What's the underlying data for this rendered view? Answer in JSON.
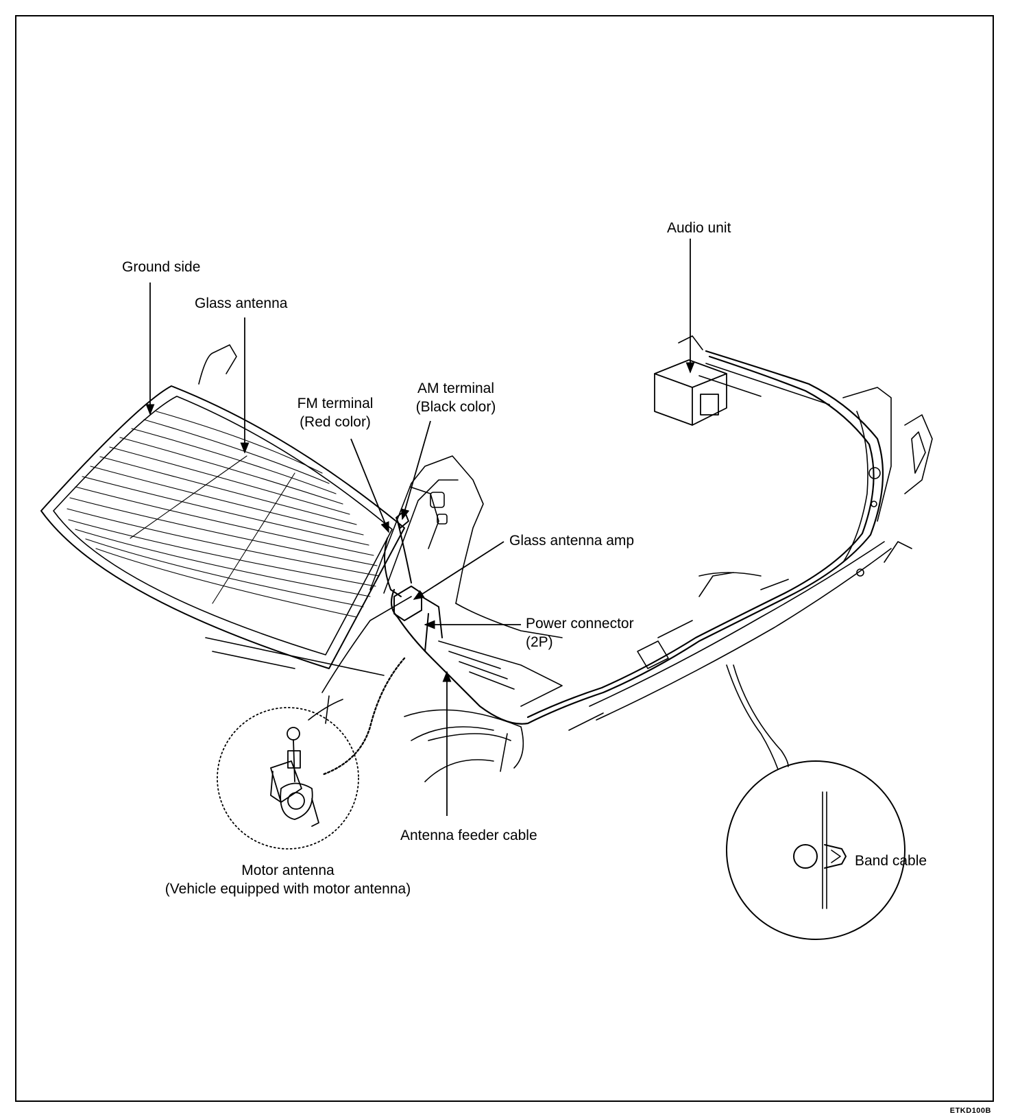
{
  "labels": {
    "ground_side": "Ground side",
    "glass_antenna": "Glass antenna",
    "fm_terminal": [
      "FM terminal",
      "(Red color)"
    ],
    "am_terminal": [
      "AM terminal",
      "(Black color)"
    ],
    "audio_unit": "Audio unit",
    "glass_antenna_amp": "Glass antenna amp",
    "power_connector": [
      "Power connector",
      "(2P)"
    ],
    "antenna_feeder_cable": "Antenna feeder cable",
    "motor_antenna": [
      "Motor antenna",
      "(Vehicle equipped with motor antenna)"
    ],
    "band_cable": "Band cable"
  },
  "figure_code": "ETKD100B"
}
